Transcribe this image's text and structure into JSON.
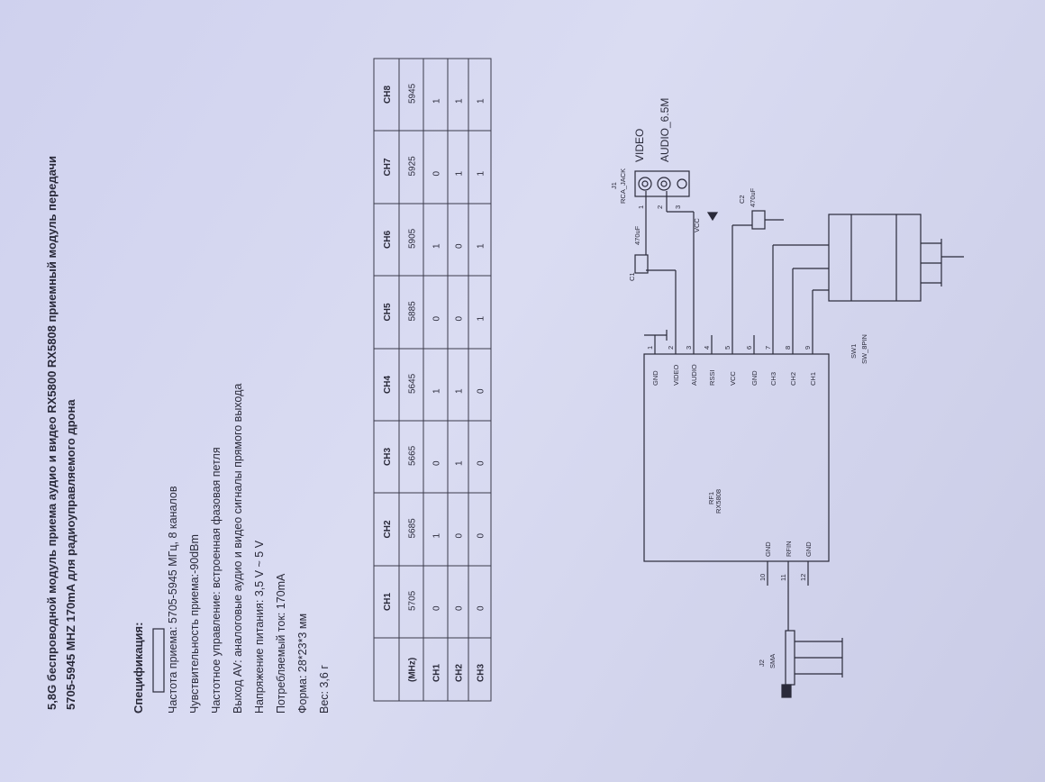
{
  "heading": {
    "line1": "5,8G беспроводной модуль приема аудио и видео RX5800 RX5808 приемный модуль передачи",
    "line2": "5705-5945 MHZ 170mA для радиоуправляемого дрона"
  },
  "specs": {
    "title": "Спецификация:",
    "items": [
      "Частота приема: 5705-5945 МГц, 8 каналов",
      "Чувствительность приема:-90dBm",
      "Частотное управление: встроенная фазовая петля",
      "Выход AV: аналоговые аудио и видео сигналы прямого выхода",
      "Напряжение питания: 3,5 V ~ 5 V",
      "Потребляемый ток: 170mA",
      "Форма: 28*23*3 мм",
      "Вес: 3,6 г"
    ]
  },
  "table": {
    "header": [
      "",
      "CH1",
      "CH2",
      "CH3",
      "CH4",
      "CH5",
      "CH6",
      "CH7",
      "CH8"
    ],
    "rows": [
      [
        "(MHz)",
        "5705",
        "5685",
        "5665",
        "5645",
        "5885",
        "5905",
        "5925",
        "5945"
      ],
      [
        "CH1",
        "0",
        "1",
        "0",
        "1",
        "0",
        "1",
        "0",
        "1"
      ],
      [
        "CH2",
        "0",
        "0",
        "1",
        "1",
        "0",
        "0",
        "1",
        "1"
      ],
      [
        "CH3",
        "0",
        "0",
        "0",
        "0",
        "1",
        "1",
        "1",
        "1"
      ]
    ]
  },
  "schematic": {
    "jack_ref": "J1",
    "jack_name": "RCA_JACK",
    "video_label": "VIDEO",
    "audio_label": "AUDIO_6.5M",
    "c1_ref": "C1",
    "c1_value": "470uF",
    "c2_ref": "C2",
    "c2_value": "470uF",
    "vcc_label": "VCC",
    "module_ref": "RF1",
    "module_name": "RX5808",
    "pins_right": [
      {
        "num": "1",
        "name": "GND"
      },
      {
        "num": "2",
        "name": "VIDEO"
      },
      {
        "num": "3",
        "name": "AUDIO"
      },
      {
        "num": "4",
        "name": "RSSI"
      },
      {
        "num": "5",
        "name": "VCC"
      },
      {
        "num": "6",
        "name": "GND"
      },
      {
        "num": "7",
        "name": "CH3"
      },
      {
        "num": "8",
        "name": "CH2"
      },
      {
        "num": "9",
        "name": "CH1"
      }
    ],
    "pins_left": [
      {
        "num": "10",
        "name": "GND"
      },
      {
        "num": "11",
        "name": "RFIN"
      },
      {
        "num": "12",
        "name": "GND"
      }
    ],
    "sw_ref": "SW1",
    "sw_name": "SW_8PIN",
    "sma_ref": "J2",
    "sma_name": "SMA",
    "jack_pins": [
      "1",
      "2",
      "3"
    ]
  }
}
